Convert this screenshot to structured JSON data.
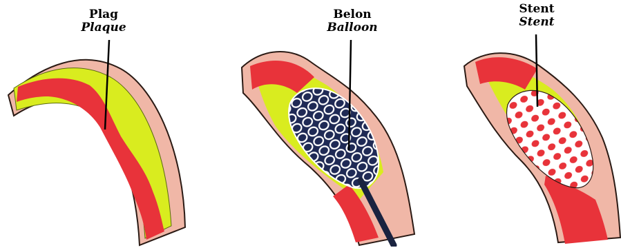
{
  "labels": {
    "plaque": {
      "primary": "Plag",
      "secondary": "Plaque"
    },
    "balloon": {
      "primary": "Belon",
      "secondary": "Balloon"
    },
    "stent": {
      "primary": "Stent",
      "secondary": "Stent"
    }
  },
  "colors": {
    "vessel_wall": "#f0b7a7",
    "vessel_outline": "#2a1a14",
    "blood": "#e8333a",
    "plaque": "#d9ec1f",
    "balloon": "#1f2a55",
    "stent_wire": "#ffffff",
    "catheter": "#1a2340"
  }
}
